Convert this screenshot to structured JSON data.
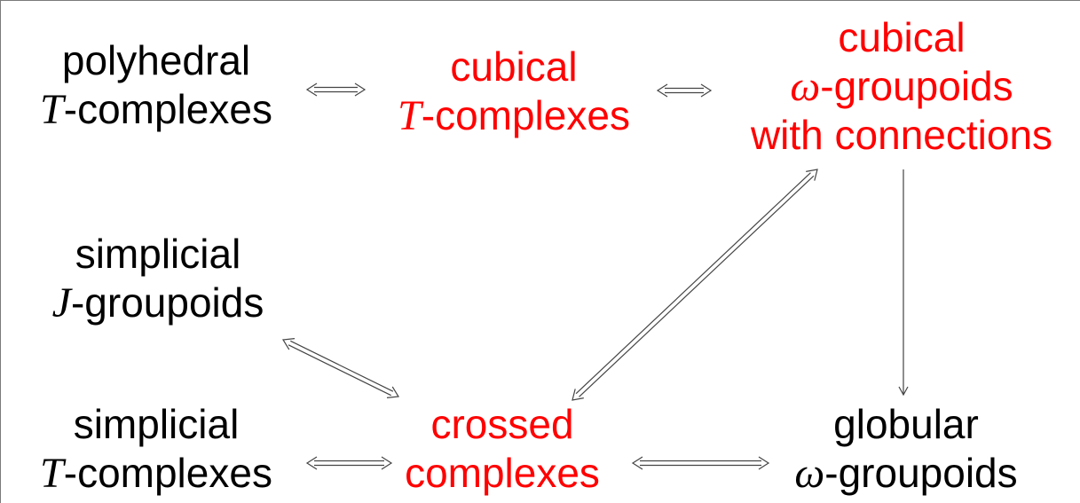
{
  "colors": {
    "black": "#000000",
    "red": "#ff0000",
    "arrow": "#444444"
  },
  "nodes": {
    "polyhedral": {
      "line1": "polyhedral",
      "symbol": "T",
      "line2_rest": "-complexes",
      "color": "#000000"
    },
    "cubical_T": {
      "line1": "cubical",
      "symbol": "T",
      "line2_rest": "-complexes",
      "color": "#ff0000"
    },
    "cubical_omega": {
      "line1": "cubical",
      "symbol": "ω",
      "line2_rest": "-groupoids",
      "line3": "with connections",
      "color": "#ff0000"
    },
    "simplicial_J": {
      "line1": "simplicial",
      "symbol": "J",
      "line2_rest": "-groupoids",
      "color": "#000000"
    },
    "simplicial_T": {
      "line1": "simplicial",
      "symbol": "T",
      "line2_rest": "-complexes",
      "color": "#000000"
    },
    "crossed": {
      "line1": "crossed",
      "line2": "complexes",
      "color": "#ff0000"
    },
    "globular": {
      "line1": "globular",
      "symbol": "ω",
      "line2_rest": "-groupoids",
      "color": "#000000"
    }
  },
  "edges": [
    {
      "from": "polyhedral",
      "to": "cubical_T",
      "kind": "double-headed-equivalence"
    },
    {
      "from": "cubical_T",
      "to": "cubical_omega",
      "kind": "double-headed-equivalence"
    },
    {
      "from": "cubical_omega",
      "to": "crossed",
      "kind": "double-headed-equivalence"
    },
    {
      "from": "simplicial_J",
      "to": "crossed",
      "kind": "double-headed-equivalence"
    },
    {
      "from": "simplicial_T",
      "to": "crossed",
      "kind": "double-headed-equivalence"
    },
    {
      "from": "crossed",
      "to": "globular",
      "kind": "double-headed-equivalence"
    },
    {
      "from": "cubical_omega",
      "to": "globular",
      "kind": "single-arrow"
    }
  ]
}
